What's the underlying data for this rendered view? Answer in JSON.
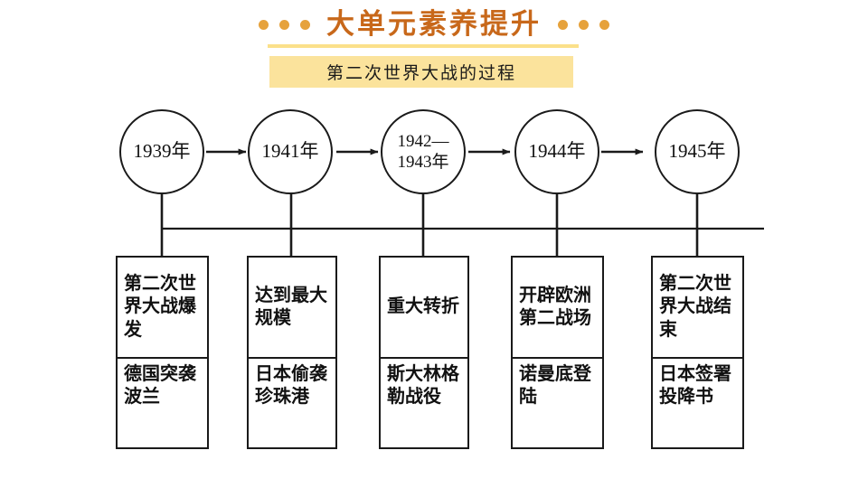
{
  "header": {
    "title": "大单元素养提升",
    "dot_left_count": 3,
    "dot_right_count": 3,
    "title_color": "#c8681a",
    "dot_color": "#e6a23c",
    "underline_color": "#fbe08a"
  },
  "subtitle": {
    "text": "第二次世界大战的过程",
    "banner_color": "#fbe39c"
  },
  "timeline": {
    "nodes": [
      {
        "id": "node-1939",
        "lines": [
          "1939年"
        ]
      },
      {
        "id": "node-1941",
        "lines": [
          "1941年"
        ]
      },
      {
        "id": "node-1942-1943",
        "lines": [
          "1942—",
          "1943年"
        ]
      },
      {
        "id": "node-1944",
        "lines": [
          "1944年"
        ]
      },
      {
        "id": "node-1945",
        "lines": [
          "1945年"
        ]
      }
    ],
    "arrow_count": 4,
    "line_color": "#1a1a1a"
  },
  "boxes": [
    {
      "id": "box-1",
      "event": "第二次世界大战爆发",
      "detail": "德国突袭波兰"
    },
    {
      "id": "box-2",
      "event": "达到最大规模",
      "detail": "日本偷袭珍珠港"
    },
    {
      "id": "box-3",
      "event": "重大转折",
      "detail": "斯大林格勒战役"
    },
    {
      "id": "box-4",
      "event": "开辟欧洲第二战场",
      "detail": "诺曼底登陆"
    },
    {
      "id": "box-5",
      "event": "第二次世界大战结束",
      "detail": "日本签署投降书"
    }
  ]
}
